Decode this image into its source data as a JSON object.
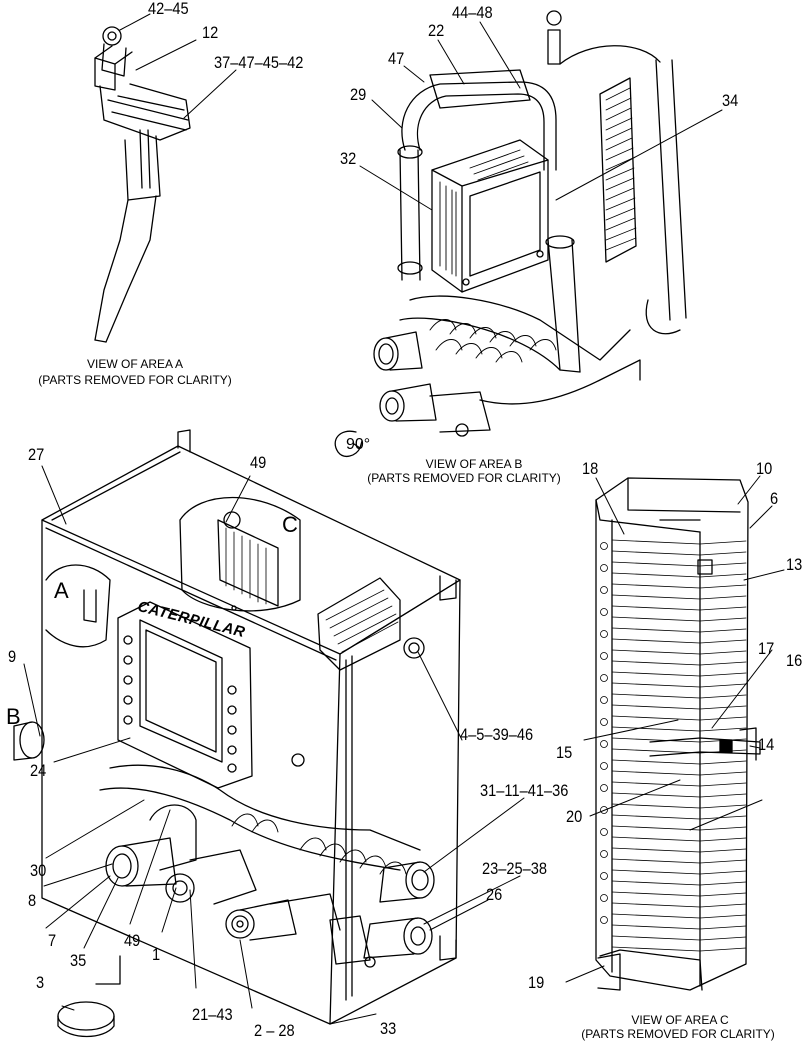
{
  "views": {
    "a": {
      "title": "VIEW OF AREA  A",
      "note": "(PARTS REMOVED FOR CLARITY)"
    },
    "b": {
      "title": "VIEW OF AREA  B",
      "note": "(PARTS REMOVED FOR CLARITY)"
    },
    "c": {
      "title": "VIEW OF AREA  C",
      "note": "(PARTS REMOVED FOR CLARITY)"
    }
  },
  "area_markers": {
    "a": "A",
    "b": "B",
    "c": "C"
  },
  "rotation_note": "90°",
  "brand_text": "CATERPILLAR",
  "callouts": {
    "c42_45": "42–45",
    "c12": "12",
    "c37_47_45_42": "37–47–45–42",
    "c44_48": "44–48",
    "c22": "22",
    "c47": "47",
    "c29": "29",
    "c34": "34",
    "c32": "32",
    "c27": "27",
    "c49_top": "49",
    "c9": "9",
    "c24": "24",
    "c4_5_39_46": "4–5–39–46",
    "c31_11_41_36": "31–11–41–36",
    "c23_25_38": "23–25–38",
    "c26": "26",
    "c30": "30",
    "c8": "8",
    "c7": "7",
    "c35": "35",
    "c49_bottom": "49",
    "c1": "1",
    "c3": "3",
    "c21_43": "21–43",
    "c2_28": "2 – 28",
    "c33": "33",
    "c18": "18",
    "c10": "10",
    "c6": "6",
    "c13": "13",
    "c17": "17",
    "c16": "16",
    "c15": "15",
    "c14": "14",
    "c20": "20",
    "c19": "19"
  }
}
